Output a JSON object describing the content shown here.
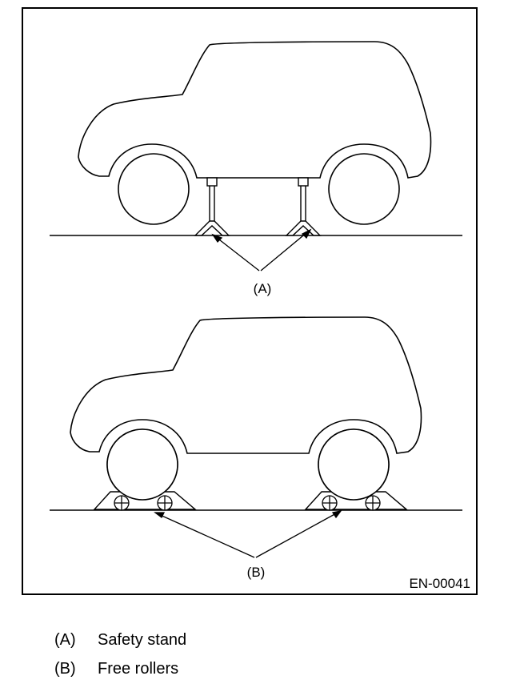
{
  "figure": {
    "code": "EN-00041",
    "callouts": {
      "a": "(A)",
      "b": "(B)"
    }
  },
  "legend": [
    {
      "key": "(A)",
      "text": "Safety stand"
    },
    {
      "key": "(B)",
      "text": "Free rollers"
    }
  ]
}
